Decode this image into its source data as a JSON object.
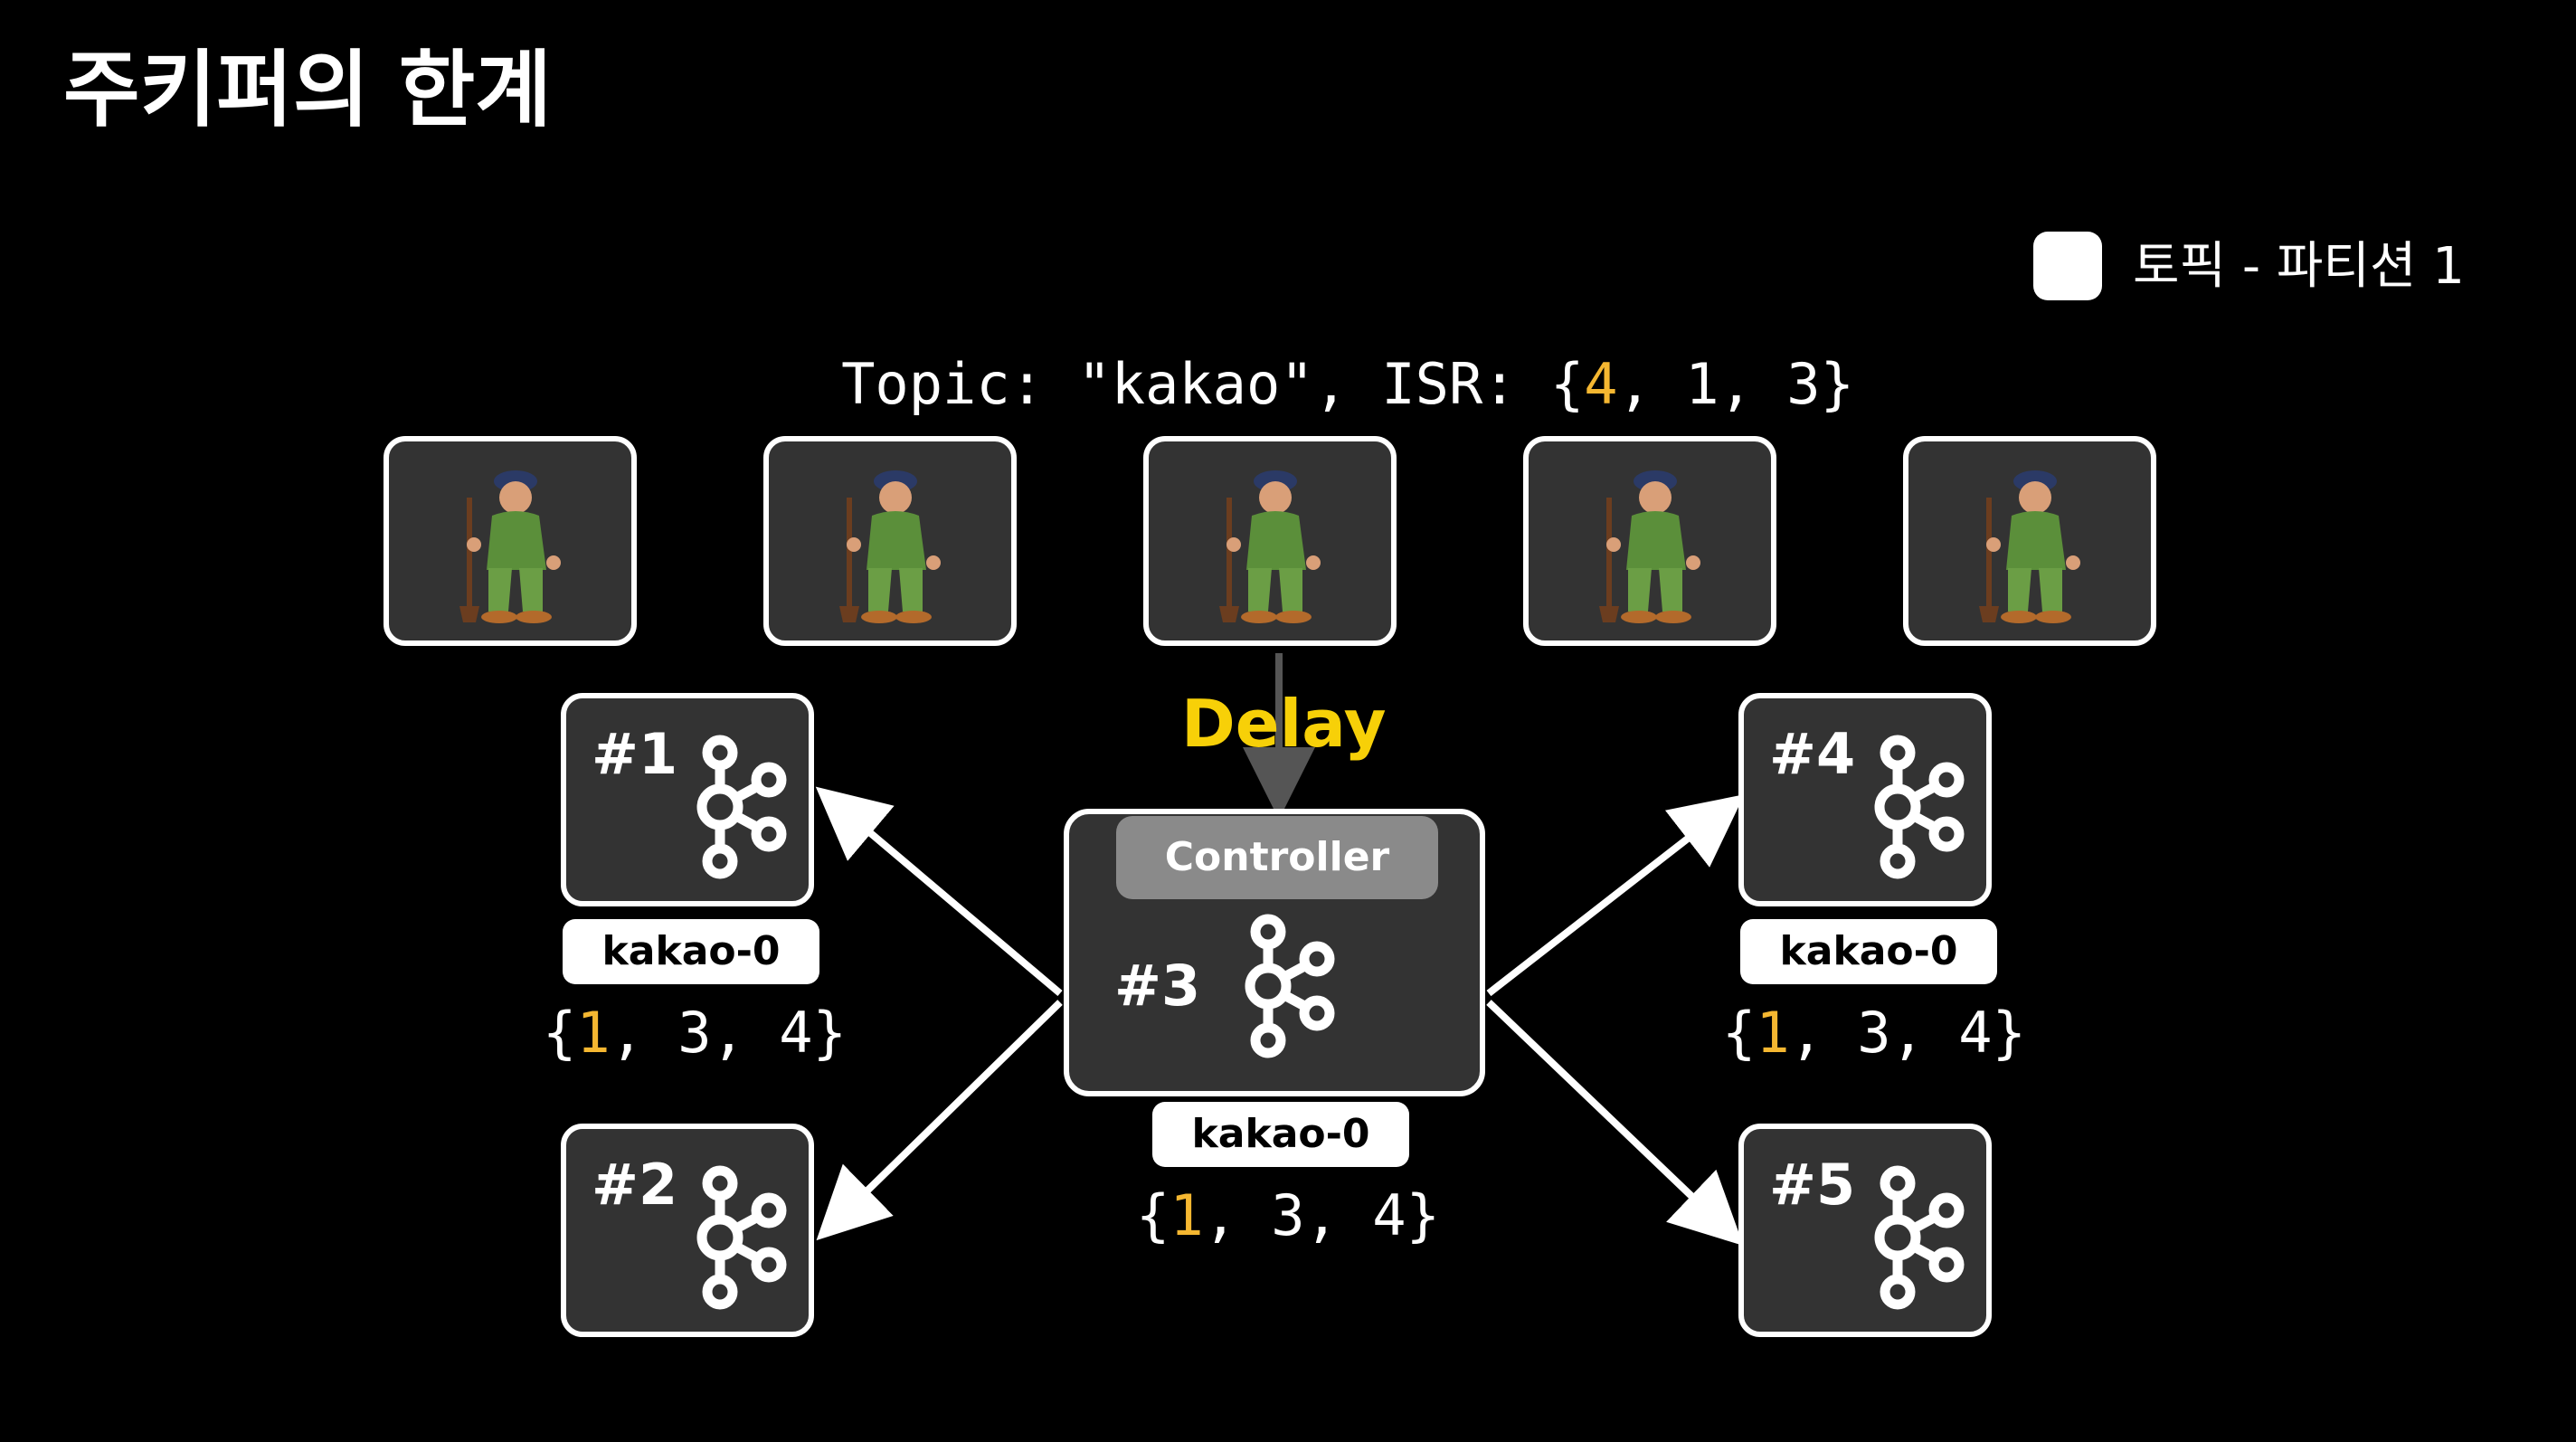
{
  "title": "주키퍼의 한계",
  "legend": {
    "label": "토픽 - 파티션 1"
  },
  "topic_line": {
    "prefix": "Topic: \"kakao\", ISR: {",
    "highlight": "4",
    "suffix": ", 1, 3}"
  },
  "delay_label": "Delay",
  "controller_label": "Controller",
  "brokers": [
    {
      "num": "#1",
      "tag": "kakao-0",
      "isr_open": "{",
      "isr_hl": "1",
      "isr_rest": ", 3, 4}"
    },
    {
      "num": "#2"
    },
    {
      "num": "#3",
      "tag": "kakao-0",
      "isr_open": "{",
      "isr_hl": "1",
      "isr_rest": ", 3, 4}"
    },
    {
      "num": "#4",
      "tag": "kakao-0",
      "isr_open": "{",
      "isr_hl": "1",
      "isr_rest": ", 3, 4}"
    },
    {
      "num": "#5"
    }
  ],
  "colors": {
    "highlight": "#f5b731",
    "delay": "#f7d008",
    "box": "#333333",
    "controller_label_bg": "#8a8a8a"
  },
  "icons": {
    "zookeeper": "zookeeper-keeper-icon",
    "broker": "kafka-icon"
  }
}
